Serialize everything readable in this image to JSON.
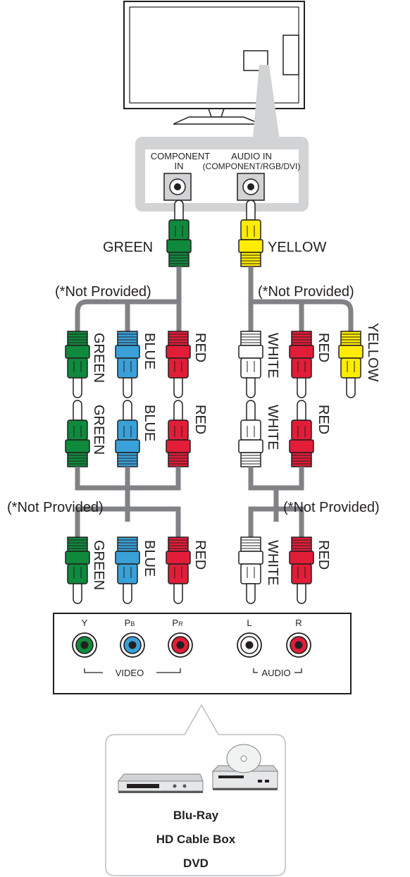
{
  "tv_panel": {
    "component_in_line1": "COMPONENT",
    "component_in_line2": "IN",
    "audio_in_line1": "AUDIO IN",
    "audio_in_line2": "(COMPONENT/RGB/DVI)"
  },
  "cable_labels": {
    "green": "GREEN",
    "yellow": "YELLOW",
    "not_provided": "(*Not Provided)"
  },
  "plug_labels": {
    "green": "GREEN",
    "blue": "BLUE",
    "red": "RED",
    "white": "WHITE",
    "yellow": "YELLOW"
  },
  "jack_panel": {
    "jacks": [
      {
        "label": "Y",
        "sub": "",
        "color": "#0f8a3c"
      },
      {
        "label": "P",
        "sub": "B",
        "color": "#3aa0d8"
      },
      {
        "label": "P",
        "sub": "R",
        "color": "#e21d38"
      },
      {
        "label": "L",
        "sub": "",
        "color": "#ffffff"
      },
      {
        "label": "R",
        "sub": "",
        "color": "#e21d38"
      }
    ],
    "video_label": "VIDEO",
    "audio_label": "AUDIO"
  },
  "devices": {
    "names": [
      "Blu-Ray",
      "HD Cable Box",
      "DVD"
    ]
  },
  "colors": {
    "green": "#0f8a3c",
    "blue": "#3aa0d8",
    "red": "#e21d38",
    "white": "#ffffff",
    "yellow": "#ffec00",
    "cable_gray": "#808285",
    "panel_gray": "#d1d3d4"
  }
}
